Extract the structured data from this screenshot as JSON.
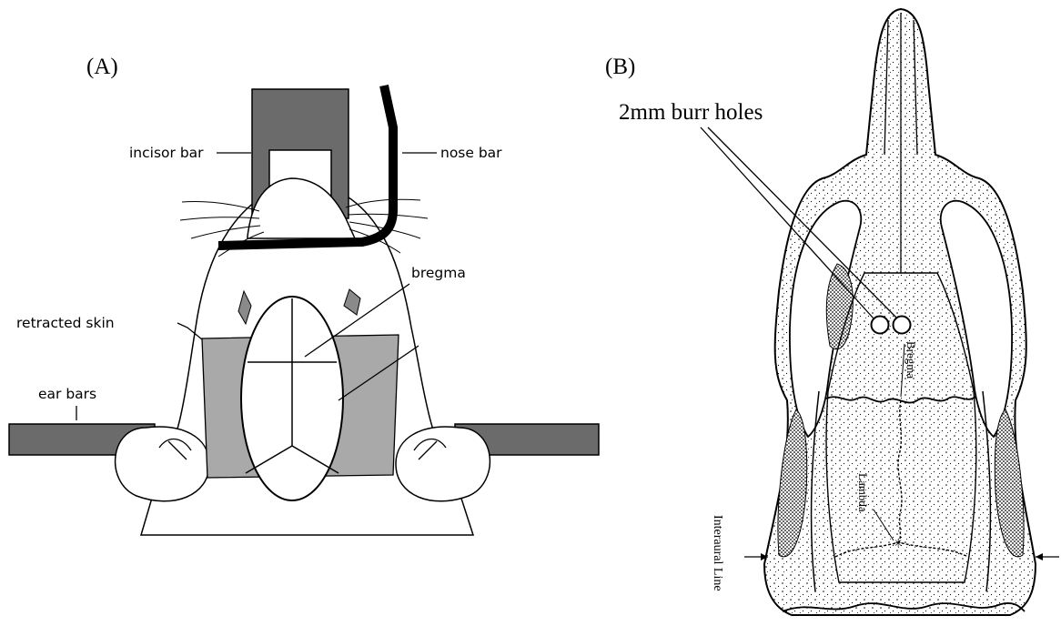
{
  "panel_a": {
    "tag": "(A)",
    "labels": {
      "incisor_bar": "incisor bar",
      "nose_bar": "nose bar",
      "bregma": "bregma",
      "retracted_skin": "retracted skin",
      "ear_bars": "ear bars"
    }
  },
  "panel_b": {
    "tag": "(B)",
    "labels": {
      "burr_holes": "2mm burr holes",
      "bregma": "Bregma",
      "lambda": "Lambda",
      "interaural_line": "Interaural Line"
    }
  },
  "colors": {
    "bar_gray": "#6b6b6b",
    "skin_gray": "#a9a9a9",
    "line": "#000000"
  }
}
